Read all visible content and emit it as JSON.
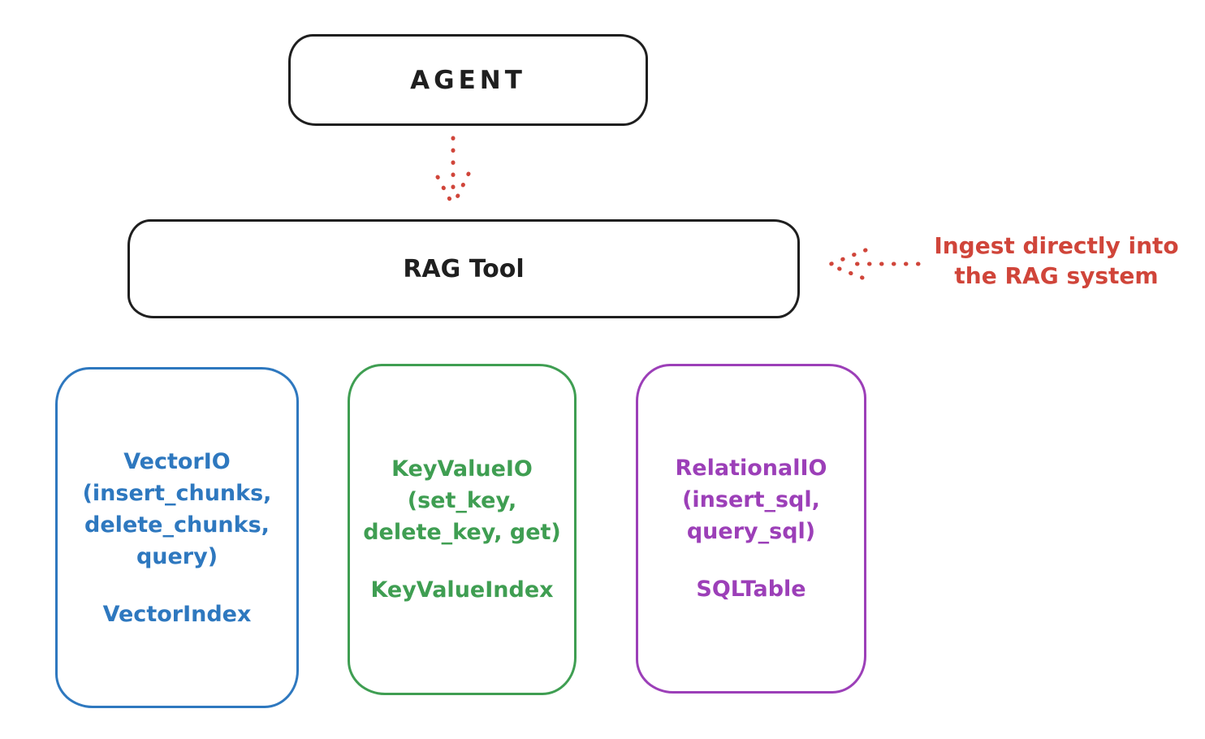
{
  "diagram": {
    "agent": {
      "label": "AGENT"
    },
    "rag_tool": {
      "label": "RAG Tool"
    },
    "annotation": {
      "line1": "Ingest directly into",
      "line2": "the RAG system",
      "color": "#d0453a"
    },
    "storage_boxes": [
      {
        "id": "vector-io",
        "color": "#2e78bf",
        "lines": [
          "VectorIO",
          "(insert_chunks,",
          "delete_chunks,",
          "query)"
        ],
        "index_label": "VectorIndex"
      },
      {
        "id": "keyvalue-io",
        "color": "#3f9e52",
        "lines": [
          "KeyValueIO",
          "(set_key,",
          "delete_key, get)"
        ],
        "index_label": "KeyValueIndex"
      },
      {
        "id": "relational-io",
        "color": "#9c3fb8",
        "lines": [
          "RelationalIO",
          "(insert_sql,",
          "query_sql)"
        ],
        "index_label": "SQLTable"
      }
    ],
    "colors": {
      "ink": "#1f1f1f",
      "red": "#d0453a",
      "blue": "#2e78bf",
      "green": "#3f9e52",
      "purple": "#9c3fb8",
      "background": "#ffffff"
    }
  }
}
